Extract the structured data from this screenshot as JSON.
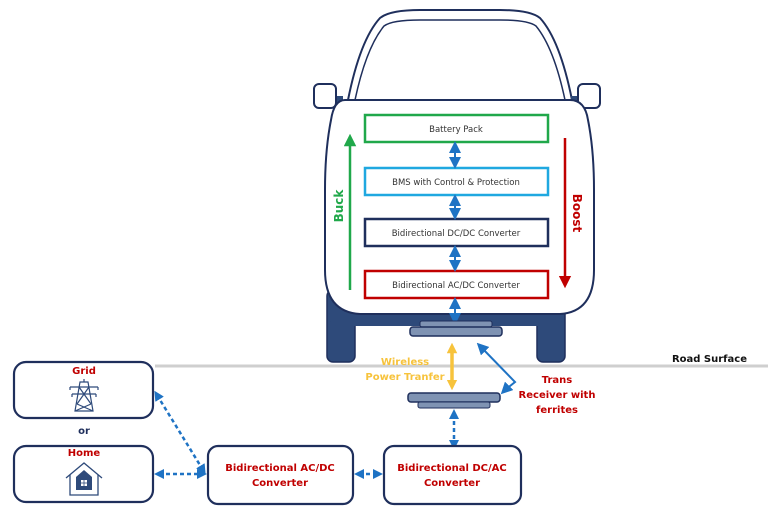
{
  "colors": {
    "navy": "#1f2f5c",
    "car_dark": "#2e4a7a",
    "pad_fill": "#7f93b3",
    "green": "#20a84a",
    "cyan": "#1fa8e0",
    "red": "#c00000",
    "blue_arrow": "#1f73c4",
    "yellow": "#f7c33c",
    "road": "#cfcfcf"
  },
  "vehicle": {
    "blocks": [
      {
        "id": "battery-pack",
        "label": "Battery Pack",
        "border": "#20a84a"
      },
      {
        "id": "bms",
        "label": "BMS with Control & Protection",
        "border": "#1fa8e0"
      },
      {
        "id": "dc-dc",
        "label": "Bidirectional DC/DC Converter",
        "border": "#1f2f5c"
      },
      {
        "id": "ac-dc",
        "label": "Bidirectional AC/DC Converter",
        "border": "#c00000"
      }
    ],
    "buck_label": "Buck",
    "boost_label": "Boost"
  },
  "road": {
    "label": "Road Surface"
  },
  "wireless": {
    "line1": "Wireless",
    "line2": "Power Tranfer"
  },
  "transceiver": {
    "line1": "Trans",
    "line2": "Receiver with",
    "line3": "ferrites"
  },
  "ground": {
    "grid_label": "Grid",
    "or_label": "or",
    "home_label": "Home",
    "acdc": {
      "line1": "Bidirectional AC/DC",
      "line2": "Converter"
    },
    "dcac": {
      "line1": "Bidirectional DC/AC",
      "line2": "Converter"
    }
  }
}
